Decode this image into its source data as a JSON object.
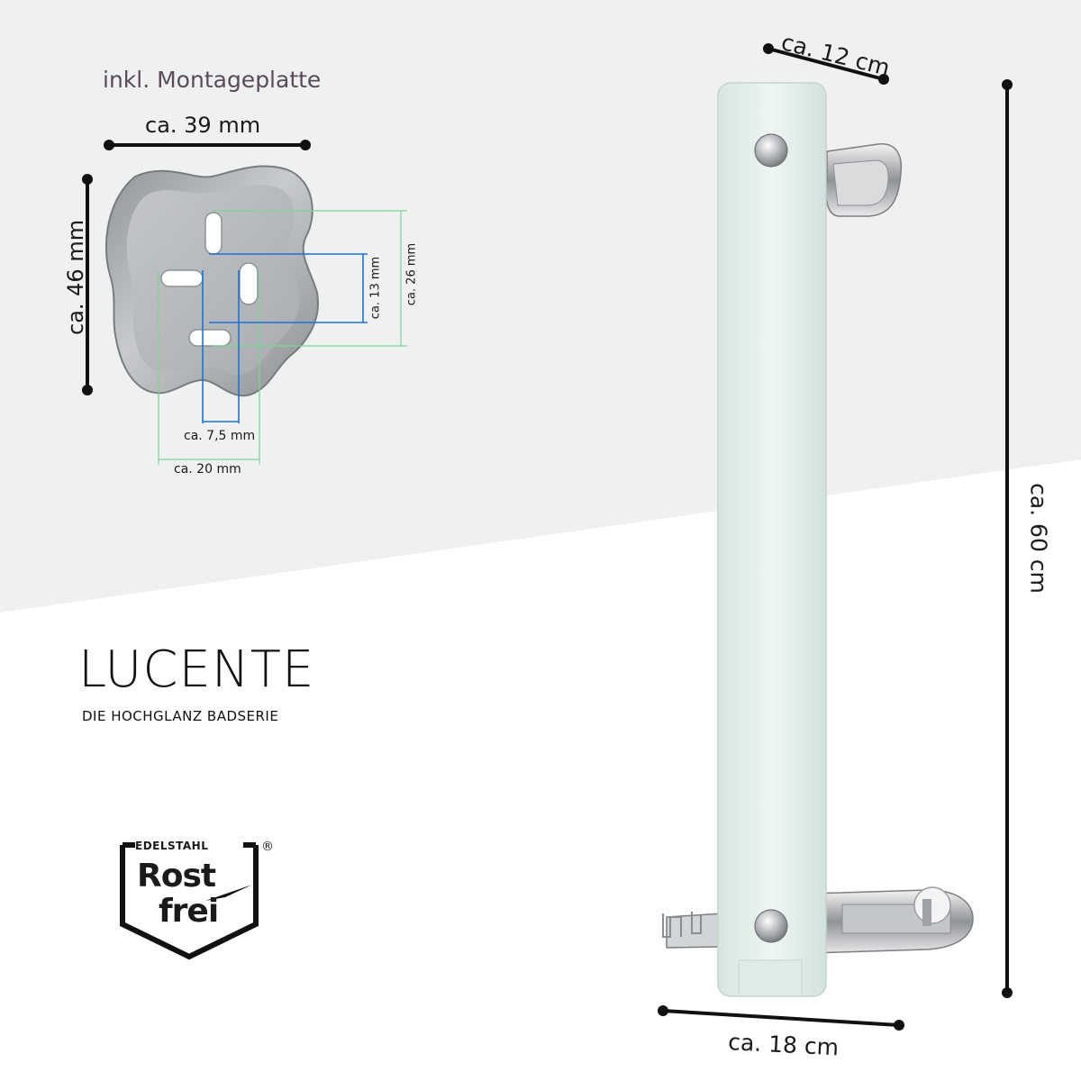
{
  "colors": {
    "background_top": "#eef1ef",
    "background_bottom": "#ffffff",
    "text": "#1a1a1a",
    "measure_green": "#7fd39a",
    "measure_blue": "#1a73d9",
    "steel": "#b9bdc0",
    "glass": "#e3eee9"
  },
  "mounting_plate": {
    "caption": "inkl. Montageplatte",
    "width_label": "ca. 39 mm",
    "height_label": "ca. 46 mm",
    "hole_spacing_vertical_small": "ca. 13 mm",
    "hole_spacing_vertical_large": "ca. 26 mm",
    "hole_spacing_horizontal_small": "ca. 7,5 mm",
    "hole_spacing_horizontal_large": "ca. 20 mm"
  },
  "product": {
    "width_top_label": "ca. 12 cm",
    "height_label": "ca. 60 cm",
    "width_bottom_label": "ca. 18 cm"
  },
  "brand": {
    "series_name": "LUCENTE",
    "tagline": "DIE HOCHGLANZ BADSERIE"
  },
  "badge": {
    "top_text": "EDELSTAHL",
    "registered": "®",
    "line1": "Rost",
    "line2": "frei"
  }
}
